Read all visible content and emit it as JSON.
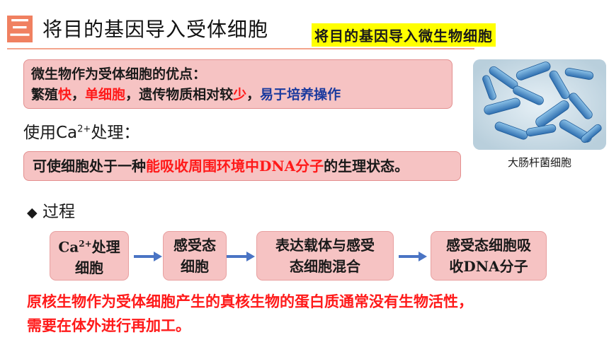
{
  "header": {
    "section_number": "三",
    "title": "将目的基因导入受体细胞",
    "highlight": "将目的基因导入微生物细胞"
  },
  "advantages": {
    "heading": "微生物作为受体细胞的优点：",
    "p1": "繁殖",
    "p2": "快",
    "p3": "，",
    "p4": "单细胞",
    "p5": "，遗传物质相对较",
    "p6": "少",
    "p7": "，",
    "p8": "易于培养操作"
  },
  "ca_treatment": {
    "pre": "使用Ca",
    "sup": "2+",
    "post": "处理："
  },
  "state": {
    "pre": "可使细胞处于一种",
    "highlight": "能吸收周围环境中DNA分子",
    "post": "的生理状态。"
  },
  "image": {
    "caption": "大肠杆菌细胞"
  },
  "process": {
    "bullet": "◆",
    "title": "过程",
    "steps": [
      {
        "line1_pre": "Ca",
        "line1_sup": "2+",
        "line1_post": "处理",
        "line2": "细胞"
      },
      {
        "line1": "感受态",
        "line2": "细胞"
      },
      {
        "line1": "表达载体与感受",
        "line2": "态细胞混合"
      },
      {
        "line1": "感受态细胞吸",
        "line2": "收DNA分子"
      }
    ]
  },
  "note": {
    "line1": "原核生物作为受体细胞产生的真核生物的蛋白质通常没有生物活性，",
    "line2": "需要在体外进行再加工。"
  },
  "colors": {
    "accent": "#f08060",
    "box_fill": "#f6c3c3",
    "emphasis_red": "#ff1a1a",
    "emphasis_blue": "#1a3a9e",
    "arrow_blue": "#4a74c4",
    "highlight_yellow": "#ffff00"
  }
}
